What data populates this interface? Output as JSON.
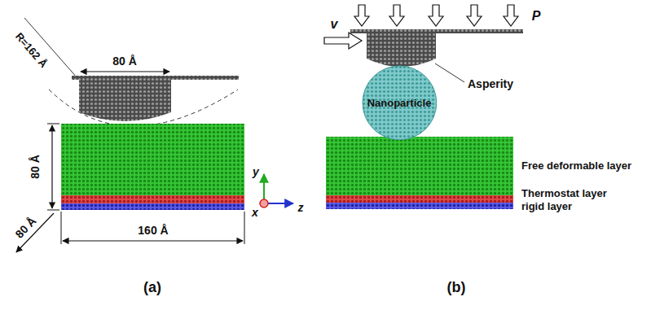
{
  "diagram": {
    "nodes": [
      {
        "text": [
          "Nanoparticle"
        ]
      }
    ],
    "labels": [
      "R=162 Å",
      "80 Å",
      "80 Å",
      "y",
      "x",
      "z",
      "80 Å",
      "160 Å",
      "P",
      "v",
      "Asperity",
      "Free deformable layer",
      "Thermostat layer",
      "rigid layer",
      "(a)",
      "(b)"
    ]
  }
}
